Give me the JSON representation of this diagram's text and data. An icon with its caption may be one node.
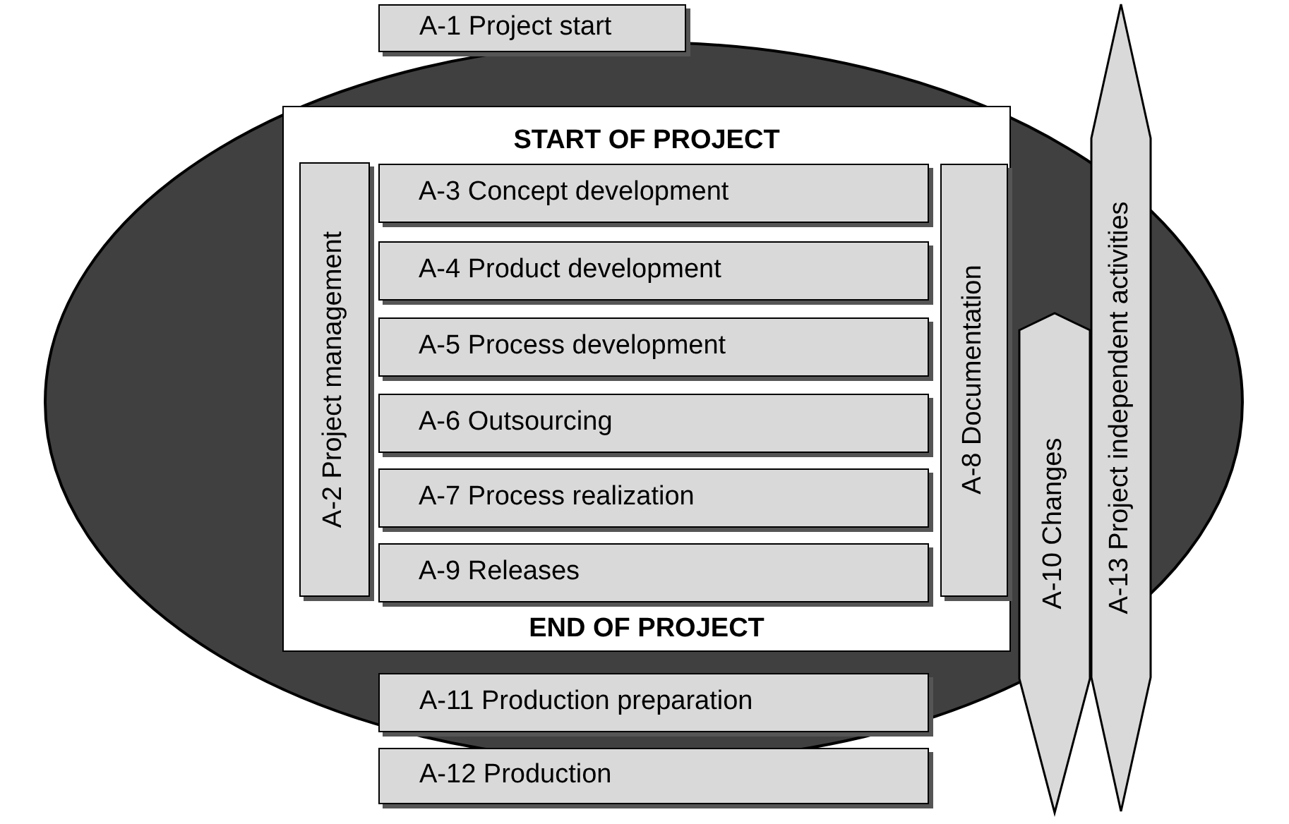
{
  "diagram": {
    "nodes": [
      {
        "text": [
          "A-1 Project start"
        ]
      },
      {
        "text": [
          "START OF PROJECT",
          "END OF PROJECT"
        ]
      },
      {
        "text": [
          "A-2 Project management"
        ],
        "in": 1
      },
      {
        "text": [
          "A-3 Concept development"
        ],
        "in": 1
      },
      {
        "text": [
          "A-4 Product development"
        ],
        "in": 1
      },
      {
        "text": [
          "A-5 Process development"
        ],
        "in": 1
      },
      {
        "text": [
          "A-6 Outsourcing"
        ],
        "in": 1
      },
      {
        "text": [
          "A-7 Process realization"
        ],
        "in": 1
      },
      {
        "text": [
          "A-9 Releases"
        ],
        "in": 1
      },
      {
        "text": [
          "A-8 Documentation"
        ],
        "in": 1
      },
      {
        "text": [
          "A-10 Changes"
        ]
      },
      {
        "text": [
          "A-13 Project independent activities"
        ]
      },
      {
        "text": [
          "A-11 Production preparation"
        ]
      },
      {
        "text": [
          "A-12 Production"
        ]
      }
    ]
  }
}
